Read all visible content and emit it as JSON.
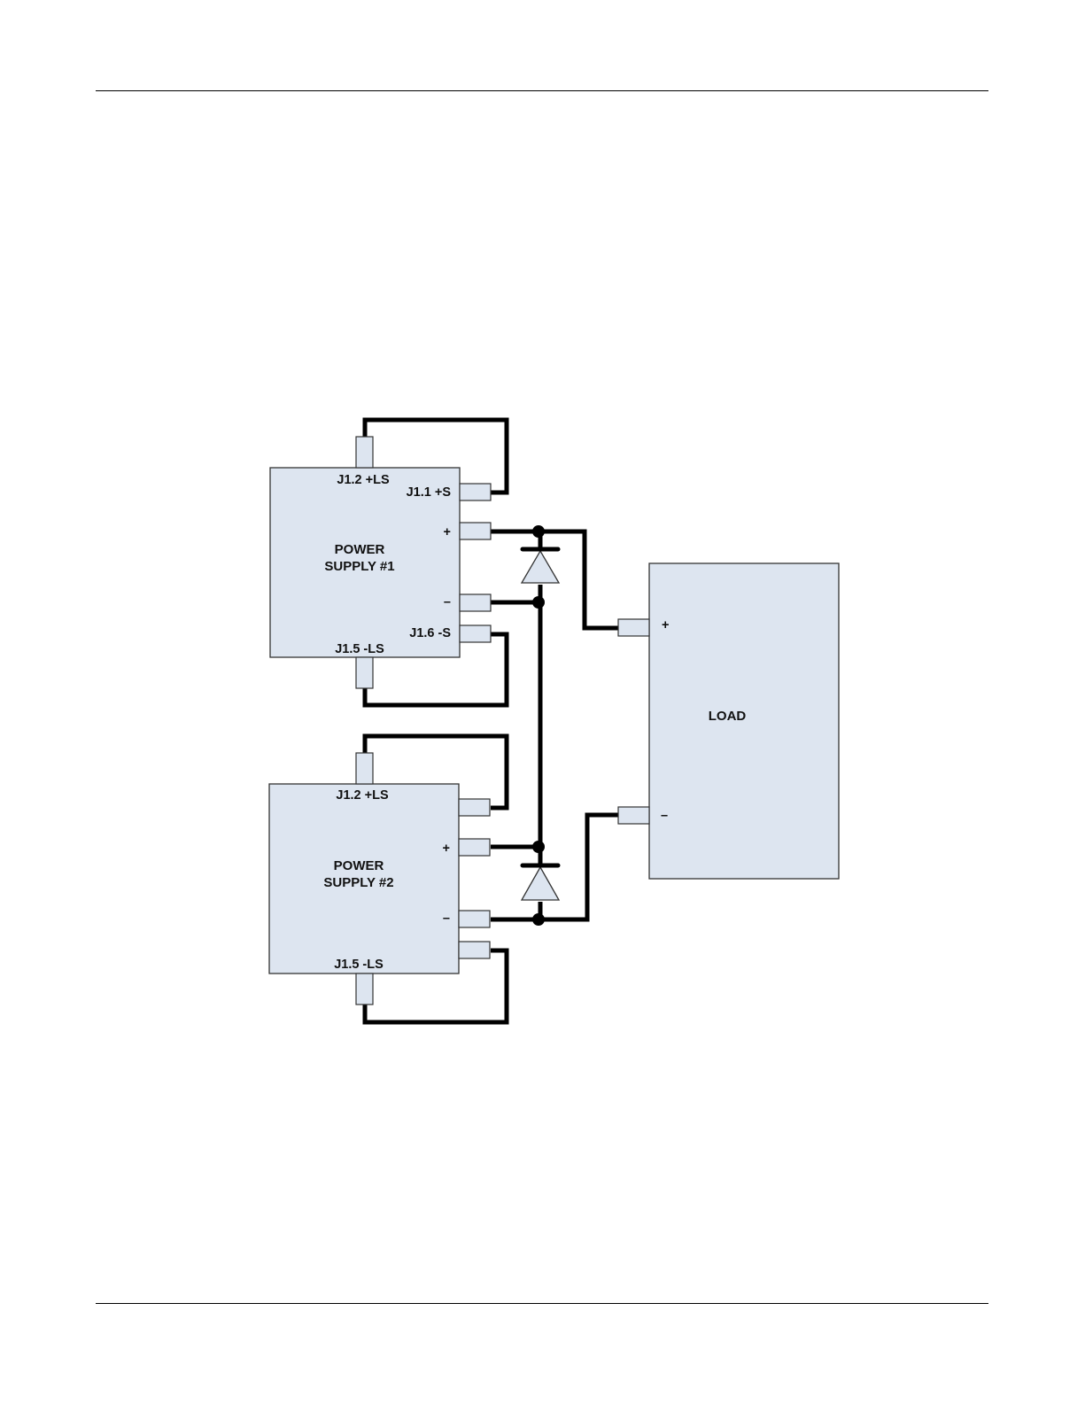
{
  "supply1": {
    "title_line1": "POWER",
    "title_line2": "SUPPLY #1",
    "top_terminal": "J1.2 +LS",
    "bottom_terminal": "J1.5 -LS",
    "sense_plus": "J1.1 +S",
    "sense_minus": "J1.6 -S",
    "plus": "+",
    "minus": "–"
  },
  "supply2": {
    "title_line1": "POWER",
    "title_line2": "SUPPLY #2",
    "top_terminal": "J1.2 +LS",
    "bottom_terminal": "J1.5 -LS",
    "plus": "+",
    "minus": "–"
  },
  "load": {
    "title": "LOAD",
    "plus": "+",
    "minus": "–"
  }
}
